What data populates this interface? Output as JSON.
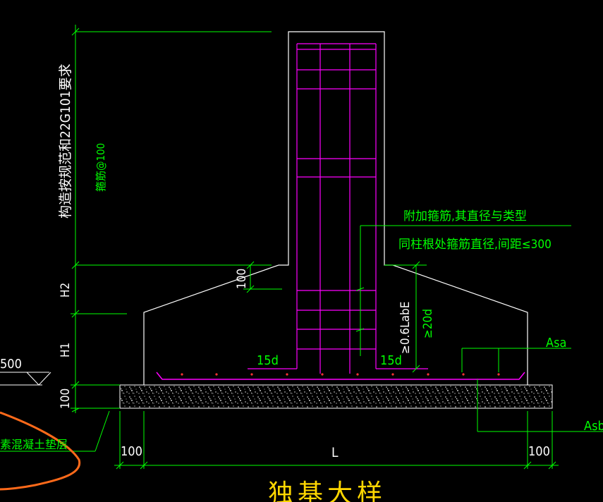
{
  "labels": {
    "vertical_main": "构造按规范和22G101要求",
    "vertical_stirrup": "箍筋@100",
    "note_line1": "附加箍筋,其直径与类型",
    "note_line2": "同柱根处箍筋直径,间距≤300",
    "anchor_0_6": "≥0.6LabE",
    "anchor_20d": "≥20d",
    "lap_left": "15d",
    "lap_right": "15d",
    "dim_100_top": "100",
    "dim_H2": "H2",
    "dim_H1": "H1",
    "dim_100_left": "100",
    "elev_500": "500",
    "bottom_left_100": "100",
    "bottom_L": "L",
    "bottom_right_100": "100",
    "asa": "Asa",
    "asb": "Asb",
    "cushion_label": "素混凝土垫层",
    "title": "独基大样"
  },
  "colors": {
    "background": "#000000",
    "outline": "#ffffff",
    "rebar": "#ff00ff",
    "dimension": "#00ff00",
    "title": "#ffd700",
    "orange_mark": "#ff6a1a",
    "red_dot": "#ff3333"
  }
}
